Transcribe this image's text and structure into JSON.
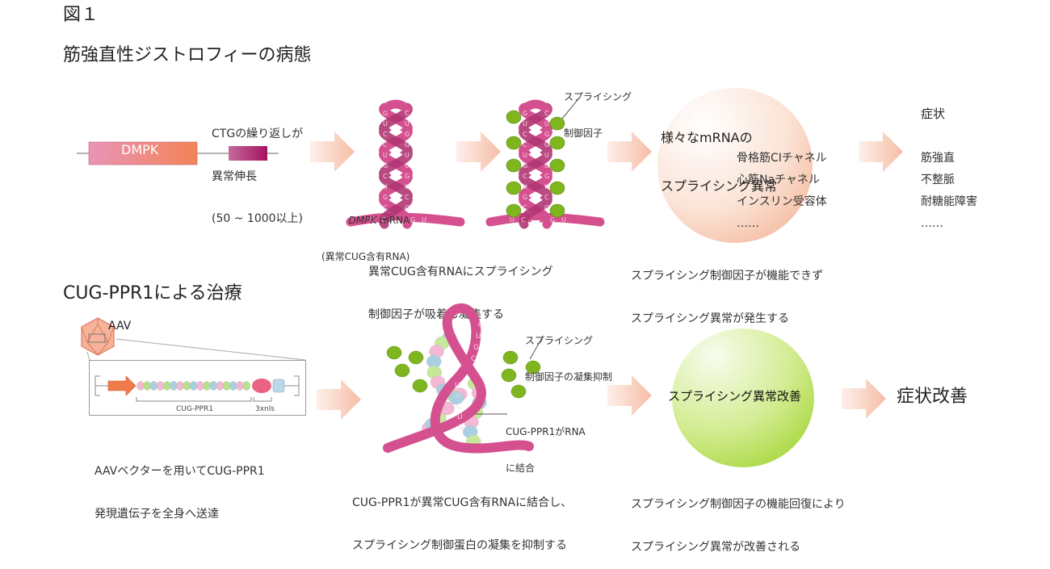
{
  "figure_label": "図１",
  "section1": {
    "title": "筋強直性ジストロフィーの病態",
    "gene": {
      "box_label": "DMPK",
      "repeat_note": [
        "CTGの繰り返しが",
        "異常伸長",
        "(50 ~ 1000以上)"
      ]
    },
    "mrna_label": {
      "gene_italic": "DMPK",
      "suffix": " mRNA",
      "line2": "(異常CUG含有RNA)"
    },
    "hairpin_letters_left": [
      "G",
      "U",
      "C",
      "C",
      "U",
      "G",
      "C",
      "U",
      "G",
      "C"
    ],
    "hairpin_letters_right": [
      "C",
      "U",
      "G",
      "G",
      "U",
      "C",
      "G",
      "U",
      "C",
      "G"
    ],
    "hairpin_base": [
      "U",
      "C",
      "G",
      "U"
    ],
    "factor_label": [
      "スプライシング",
      "制御因子"
    ],
    "step2_caption": [
      "異常CUG含有RNAにスプライシング",
      "制御因子が吸着し凝集する"
    ],
    "circle_title": [
      "様々なmRNAの",
      "スプライシング異常"
    ],
    "circle_items": [
      "骨格筋CIチャネル",
      "心筋Naチャネル",
      "インスリン受容体",
      "……"
    ],
    "circle_caption": [
      "スプライシング制御因子が機能できず",
      "スプライシング異常が発生する"
    ],
    "symptoms_title": "症状",
    "symptoms": [
      "筋強直",
      "不整脈",
      "耐糖能障害",
      "……"
    ]
  },
  "section2": {
    "title": "CUG-PPR1による治療",
    "aav_label": "AAV",
    "construct_labels": {
      "ppr": "CUG-PPR1",
      "nls": "3xnls"
    },
    "aav_caption": [
      "AAVベクターを用いてCUG-PPR1",
      "発現遺伝子を全身へ送達"
    ],
    "factor_label": [
      "スプライシング",
      "制御因子の凝集抑制"
    ],
    "binding_label": [
      "CUG-PPR1がRNA",
      "に結合"
    ],
    "loop_letters": [
      "C",
      "U",
      "G",
      "C",
      "U",
      "G",
      "C",
      "U",
      "G"
    ],
    "step2_caption": [
      "CUG-PPR1が異常CUG含有RNAに結合し、",
      "スプライシング制御蛋白の凝集を抑制する"
    ],
    "circle_text": "スプライシング異常改善",
    "circle_caption": [
      "スプライシング制御因子の機能回復により",
      "スプライシング異常が改善される"
    ],
    "result": "症状改善"
  },
  "colors": {
    "rna_pink": "#d4508f",
    "rna_dark": "#b03573",
    "factor_green": "#7fb51f",
    "arrow_peach": "#f6c2ad",
    "circle_peach": "#f9d9c9",
    "circle_green": "#c6e67a",
    "dmpk_start": "#e994b8",
    "dmpk_end": "#f38355",
    "repeat_start": "#c46a9c",
    "repeat_end": "#a5125f"
  }
}
